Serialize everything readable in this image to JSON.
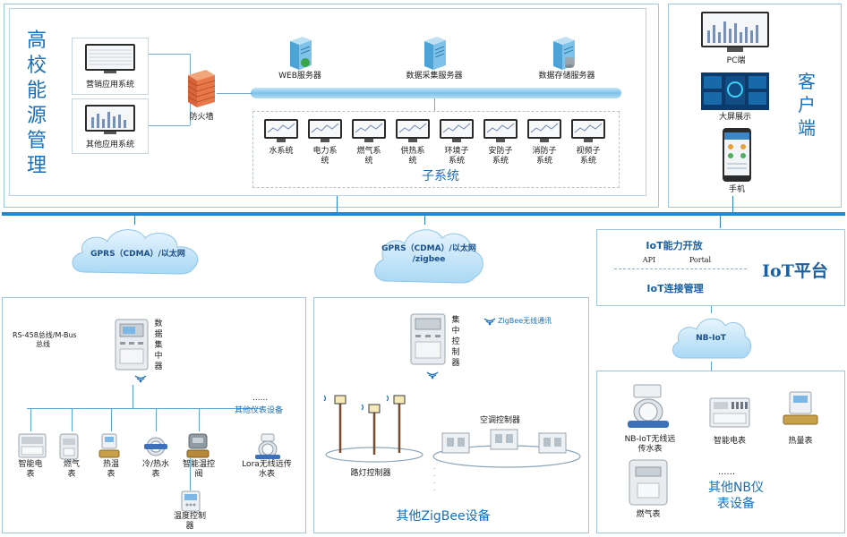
{
  "campus": {
    "title_chars": [
      "高",
      "校",
      "能",
      "源",
      "管",
      "理"
    ],
    "sales_app": "营销应用系统",
    "other_app": "其他应用系统",
    "firewall": "防火墙",
    "web_server": "WEB服务器",
    "collect_server": "数据采集服务器",
    "storage_server": "数据存储服务器",
    "subsystems_title": "子系统",
    "subsystems": [
      [
        "水系统"
      ],
      [
        "电力系",
        "统"
      ],
      [
        "燃气系",
        "统"
      ],
      [
        "供热系",
        "统"
      ],
      [
        "环境子",
        "系统"
      ],
      [
        "安防子",
        "系统"
      ],
      [
        "消防子",
        "系统"
      ],
      [
        "视频子",
        "系统"
      ]
    ]
  },
  "client": {
    "title_chars": [
      "客",
      "户",
      "端"
    ],
    "pc": "PC端",
    "bigscreen": "大屏展示",
    "phone": "手机"
  },
  "iot": {
    "capability": "IoT能力开放",
    "api": "API",
    "portal": "Portal",
    "conn": "IoT连接管理",
    "platform": "IoT平台"
  },
  "clouds": {
    "left": "GPRS（CDMA）/以太网",
    "mid_line1": "GPRS（CDMA）/以太网",
    "mid_line2": "/zigbee",
    "nbiot": "NB-IoT"
  },
  "left_zone": {
    "bus_line1": "RS-458总线/M-Bus",
    "bus_line2": "总线",
    "concentrator_chars": [
      "数",
      "据",
      "集",
      "中",
      "器"
    ],
    "dots": "......",
    "other_meters": "其他仪表设备",
    "devices": [
      {
        "l1": "智能电",
        "l2": "表"
      },
      {
        "l1": "燃气",
        "l2": "表"
      },
      {
        "l1": "热温",
        "l2": "表"
      },
      {
        "l1": "冷/热水",
        "l2": "表"
      },
      {
        "l1": "智能温控",
        "l2": "阀"
      },
      {
        "l1": "Lora无线远传",
        "l2": "水表"
      }
    ],
    "temp_ctrl_l1": "温度控制",
    "temp_ctrl_l2": "器"
  },
  "mid_zone": {
    "central_chars": [
      "集",
      "中",
      "控",
      "制",
      "器"
    ],
    "zigbee_comm": "ZigBee无线通讯",
    "streetlight": "路灯控制器",
    "ac_ctrl": "空调控制器",
    "other_zigbee": "其他ZigBee设备"
  },
  "right_zone": {
    "nb_water_l1": "NB-IoT无线远",
    "nb_water_l2": "传水表",
    "smart_meter": "智能电表",
    "heat_meter": "热量表",
    "gas_meter": "燃气表",
    "dots": "......",
    "other_nb_l1": "其他NB仪",
    "other_nb_l2": "表设备"
  }
}
